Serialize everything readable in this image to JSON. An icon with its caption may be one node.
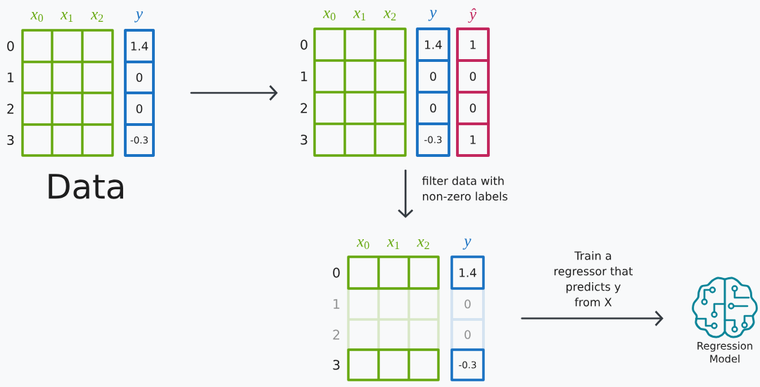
{
  "diagram": {
    "nodes": [
      {
        "text": [
          "*x*$_{0}$",
          "*x*$_{1}$",
          "*x*$_{2}$"
        ],
        "beside": [
          "0",
          "1",
          "2",
          "3",
          "Data"
        ]
      },
      {
        "text": [
          "y"
        ]
      },
      {
        "text": [
          "1.4"
        ],
        "in": 1
      },
      {
        "text": [
          "0"
        ],
        "in": 1
      },
      {
        "text": [
          "0"
        ],
        "in": 1
      },
      {
        "text": [
          "-0.3"
        ],
        "in": 1
      },
      {
        "text": [
          "*x*$_{0}$",
          "*x*$_{1}$",
          "*x*$_{2}$"
        ],
        "beside": [
          "0",
          "1",
          "2",
          "3"
        ]
      },
      {
        "text": [
          "y"
        ]
      },
      {
        "text": [
          "1.4"
        ],
        "in": 7
      },
      {
        "text": [
          "0"
        ],
        "in": 7
      },
      {
        "text": [
          "0"
        ],
        "in": 7
      },
      {
        "text": [
          "-0.3"
        ],
        "in": 7
      },
      {
        "text": [
          "ŷ"
        ]
      },
      {
        "text": [
          "1"
        ],
        "in": 12
      },
      {
        "text": [
          "0"
        ],
        "in": 12
      },
      {
        "text": [
          "0"
        ],
        "in": 12
      },
      {
        "text": [
          "1"
        ],
        "in": 12
      },
      {
        "text": [
          "*x*$_{0}$",
          "*x*$_{1}$",
          "*x*$_{2}$"
        ],
        "beside": [
          "0",
          "1",
          "2",
          "3"
        ]
      },
      {
        "text": [
          "y"
        ]
      },
      {
        "text": [
          "1.4"
        ],
        "in": 18
      },
      {
        "text": [
          "0"
        ],
        "in": 18
      },
      {
        "text": [
          "0"
        ],
        "in": 18
      },
      {
        "text": [
          "-0.3"
        ],
        "in": 18
      },
      {
        "text": [],
        "shape": "picture",
        "beside": [
          "Regression Model"
        ]
      }
    ],
    "edges": [
      {
        "from": 1,
        "to": 6,
        "arrow": "to"
      },
      {
        "from": 6,
        "to": 17,
        "arrow": "to",
        "label": "filter data with non-zero labels"
      },
      {
        "from": 18,
        "to": 23,
        "arrow": "to",
        "label": "Train a regressor that predicts y from X"
      }
    ]
  }
}
